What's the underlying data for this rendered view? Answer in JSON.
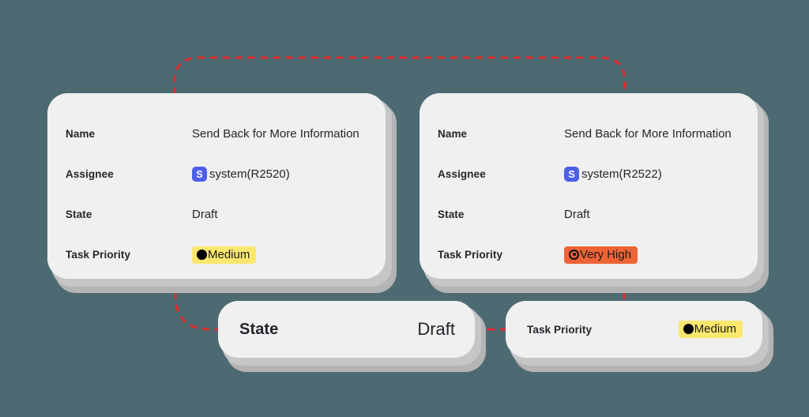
{
  "canvas": {
    "background_color": "#4d6a72",
    "card_surface_color": "#f0f0f0",
    "connector_color": "#e12d2d"
  },
  "cards": {
    "top_left": {
      "name": "task-card-r2520",
      "rows": [
        {
          "label": "Name",
          "value": "Send Back for More Information",
          "kind": "text"
        },
        {
          "label": "Assignee",
          "value": "system(R2520)",
          "kind": "avatar",
          "avatar_initial": "S",
          "avatar_color": "#4d5ee8"
        },
        {
          "label": "State",
          "value": "Draft",
          "kind": "text"
        },
        {
          "label": "Task Priority",
          "value": "Medium",
          "kind": "badge",
          "badge_color": "#fbe76e",
          "badge_icon": "filled-circle-icon"
        }
      ]
    },
    "top_right": {
      "name": "task-card-r2522",
      "rows": [
        {
          "label": "Name",
          "value": "Send Back for More Information",
          "kind": "text"
        },
        {
          "label": "Assignee",
          "value": "system(R2522)",
          "kind": "avatar",
          "avatar_initial": "S",
          "avatar_color": "#4d5ee8"
        },
        {
          "label": "State",
          "value": "Draft",
          "kind": "text"
        },
        {
          "label": "Task Priority",
          "value": "Very High",
          "kind": "badge",
          "badge_color": "#ee6336",
          "badge_icon": "target-icon"
        }
      ]
    },
    "bottom_left": {
      "name": "field-card-state",
      "label": "State",
      "value": "Draft"
    },
    "bottom_right": {
      "name": "field-card-task-priority",
      "label": "Task Priority",
      "value": "Medium",
      "badge_color": "#fbe76e",
      "badge_icon": "filled-circle-icon"
    }
  }
}
